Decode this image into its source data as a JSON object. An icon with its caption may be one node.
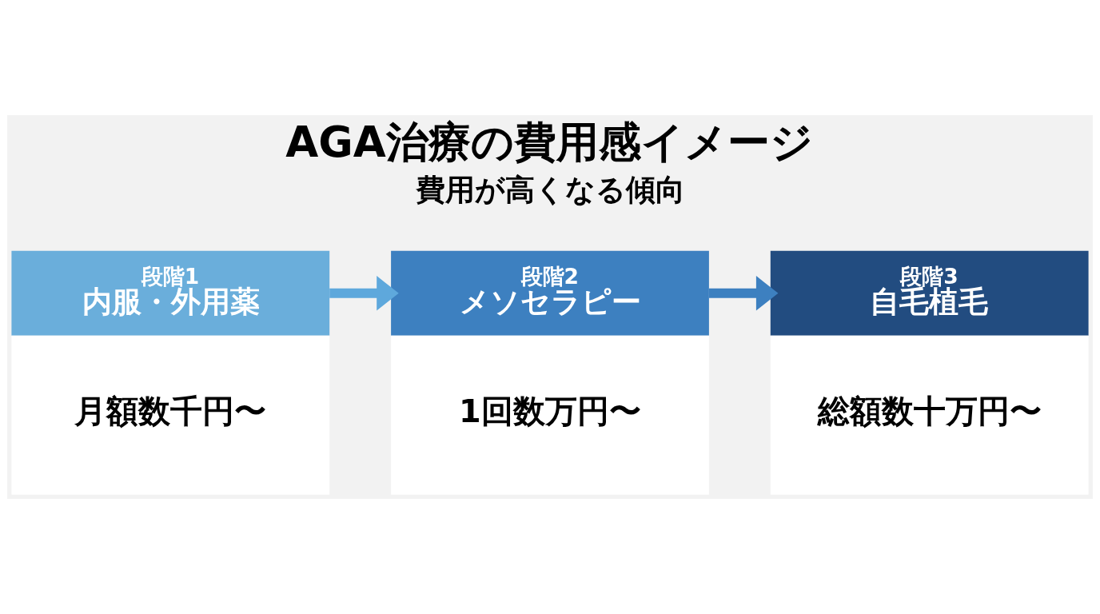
{
  "diagram": {
    "title": "AGA治療の費用感イメージ",
    "nodes": [
      {
        "text": [
          "段階1",
          "内服・外用薬",
          "月額数千円〜"
        ]
      },
      {
        "text": [
          "段階2",
          "メソセラピー",
          "1回数万円〜"
        ]
      },
      {
        "text": [
          "段階3",
          "自毛植毛",
          "総額数十万円〜"
        ]
      }
    ],
    "edges": [
      {
        "from": 0,
        "to": 1,
        "arrow": "to",
        "color": "#5ea8dc"
      },
      {
        "from": 1,
        "to": 2,
        "arrow": "to",
        "color": "#3d80c0"
      }
    ],
    "labels": [
      "費用が高くなる傾向"
    ]
  }
}
